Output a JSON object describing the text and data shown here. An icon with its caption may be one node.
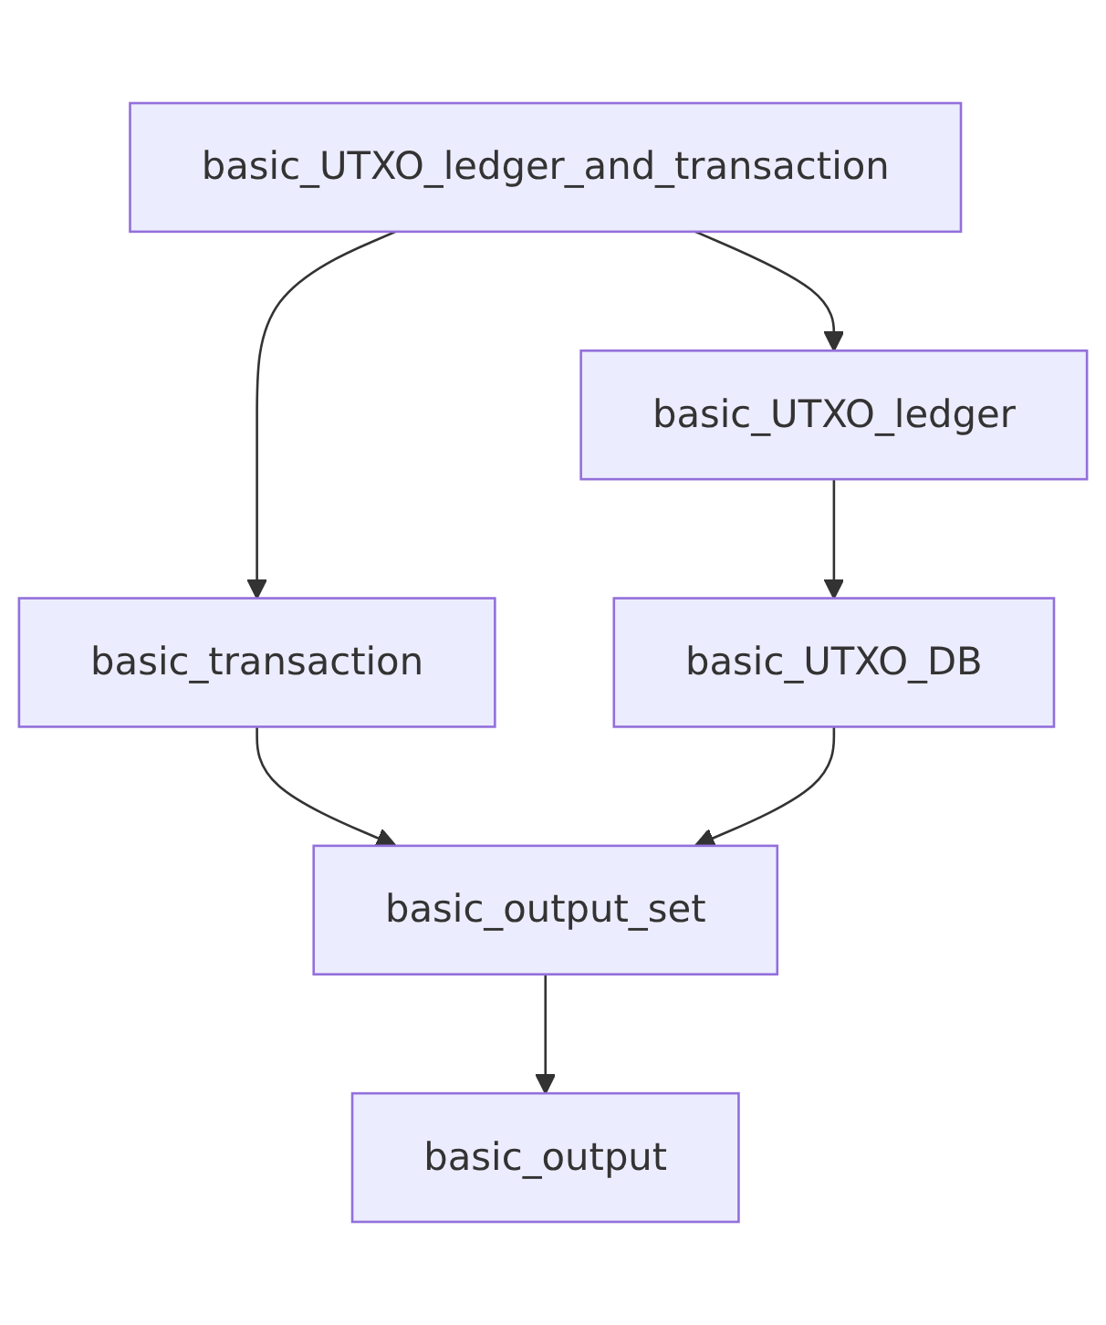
{
  "diagram": {
    "nodes": [
      {
        "text": [
          "basic_UTXO_ledger_and_transaction"
        ]
      },
      {
        "text": [
          "basic_UTXO_ledger"
        ]
      },
      {
        "text": [
          "basic_transaction"
        ]
      },
      {
        "text": [
          "basic_UTXO_DB"
        ]
      },
      {
        "text": [
          "basic_output_set"
        ]
      },
      {
        "text": [
          "basic_output"
        ]
      }
    ],
    "edges": [
      {
        "from": 0,
        "to": 2,
        "arrow": "to"
      },
      {
        "from": 0,
        "to": 1,
        "arrow": "to"
      },
      {
        "from": 1,
        "to": 3,
        "arrow": "to"
      },
      {
        "from": 2,
        "to": 4,
        "arrow": "to"
      },
      {
        "from": 3,
        "to": 4,
        "arrow": "to"
      },
      {
        "from": 4,
        "to": 5,
        "arrow": "to"
      }
    ]
  }
}
